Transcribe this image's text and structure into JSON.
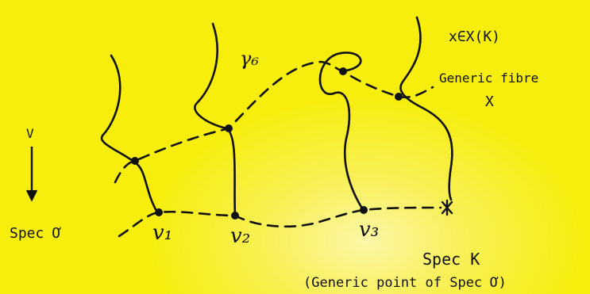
{
  "labels": {
    "x_in": "x∈X(K)",
    "generic_fibre": "Generic fibre",
    "fibre_X": "X",
    "v_arrow": "V",
    "spec_o": "Spec Ơ",
    "v1": "v₁",
    "v2": "v₂",
    "v3": "v₃",
    "spec_k": "Spec K",
    "generic_point": "(Generic point of Spec Ơ)",
    "gamma_label": "γ₆"
  }
}
